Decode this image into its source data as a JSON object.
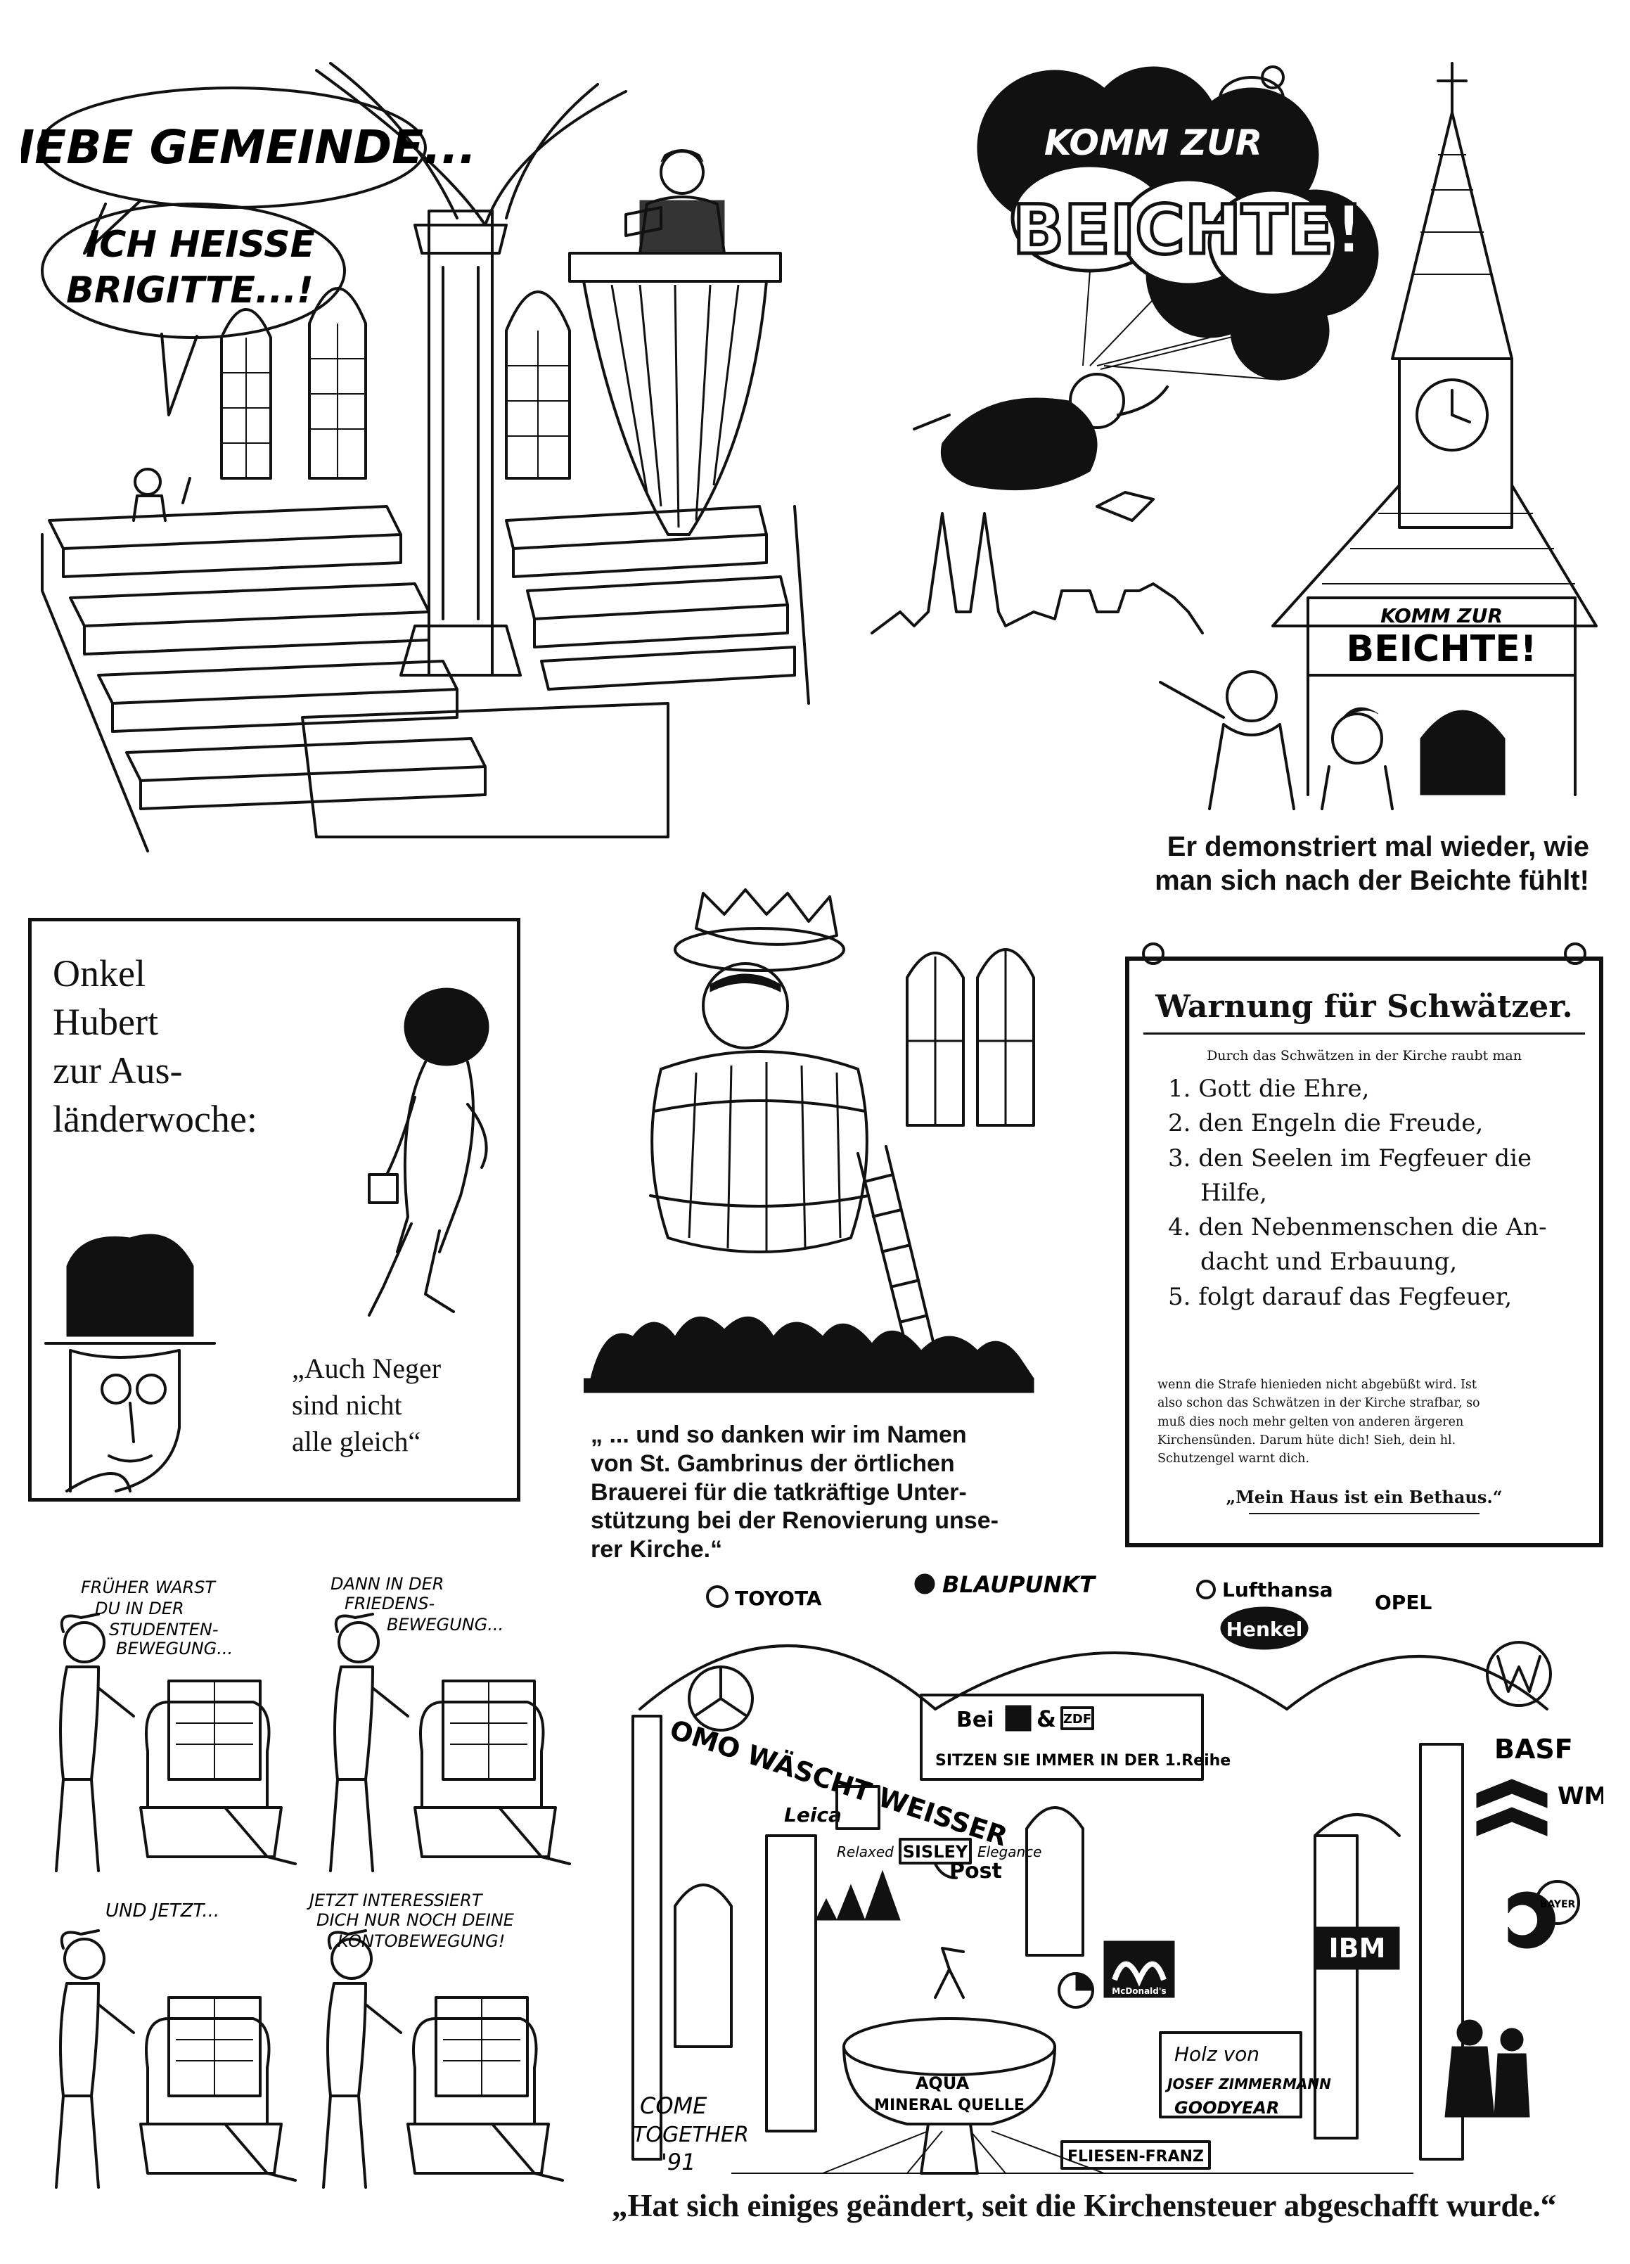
{
  "cartoon1": {
    "bubble1": "LIEBE GEMEINDE...",
    "bubble2_line1": "ICH HEISSE",
    "bubble2_line2": "BRIGITTE...!"
  },
  "cartoon2": {
    "balloon_small": "KOMM ZUR",
    "balloon_big": "BEICHTE!",
    "sign_small": "KOMM ZUR",
    "sign_big": "BEICHTE!",
    "caption_line1": "Er demonstriert mal wieder, wie",
    "caption_line2": "man sich nach der Beichte fühlt!"
  },
  "cartoon3": {
    "title_lines": [
      "Onkel",
      "Hubert",
      "zur Aus-",
      "länderwoche:"
    ],
    "quote_lines": [
      "„Auch Neger",
      "sind nicht",
      "alle gleich“"
    ]
  },
  "cartoon4": {
    "caption_lines": [
      "„ ... und so danken wir im Namen",
      "von St. Gambrinus der örtlichen",
      "Brauerei für die tatkräftige Unter-",
      "stützung bei der Renovierung unse-",
      "rer Kirche.“"
    ]
  },
  "cartoon5": {
    "title": "Warnung für Schwätzer.",
    "intro": "Durch das Schwätzen in der Kirche raubt man",
    "items": [
      "1. Gott die Ehre,",
      "2. den Engeln die Freude,",
      "3. den Seelen im Fegfeuer die",
      "Hilfe,",
      "4. den Nebenmenschen die An-",
      "dacht und Erbauung,",
      "5. folgt darauf das Fegfeuer,"
    ],
    "small_lines": [
      "wenn die Strafe hienieden nicht abgebüßt wird. Ist",
      "also schon das Schwätzen in der Kirche strafbar, so",
      "muß dies noch mehr gelten von anderen ärgeren",
      "Kirchensünden. Darum hüte dich! Sieh, dein hl.",
      "Schutzengel warnt dich."
    ],
    "footer": "„Mein Haus ist ein Bethaus.“"
  },
  "cartoon6": {
    "bubble1_lines": [
      "FRÜHER WARST",
      "DU IN DER",
      "STUDENTEN-",
      "BEWEGUNG..."
    ],
    "bubble2_lines": [
      "DANN IN DER",
      "FRIEDENS-",
      "BEWEGUNG..."
    ],
    "bubble3": "UND JETZT...",
    "bubble4_lines": [
      "JETZT INTERESSIERT",
      "DICH NUR NOCH DEINE",
      "KONTOBEWEGUNG!"
    ]
  },
  "cartoon7": {
    "brands": {
      "toyota": "TOYOTA",
      "blaupunkt": "BLAUPUNKT",
      "lufthansa": "Lufthansa",
      "opel": "OPEL",
      "henkel": "Henkel",
      "basf": "BASF",
      "wmf": "WMF",
      "bayer": "BAYER",
      "leica": "Leica",
      "relaxed": "Relaxed",
      "sisley": "SISLEY",
      "elegance": "Elegance",
      "post": "Post",
      "mcdonalds": "McDonald's",
      "ibm": "IBM",
      "goodyear": "GOODYEAR"
    },
    "tv_sign_line1_prefix": "Bei",
    "tv_sign_amp": "&",
    "tv_sign_zdf": "ZDF",
    "tv_sign_line2": "SITZEN SIE IMMER IN DER 1.Reihe",
    "wall_text": "OMO WÄSCHT WEISSER",
    "window_text_lines": [
      "COME",
      "TOGETHER",
      "'91"
    ],
    "font_lines": [
      "AQUA",
      "MINERAL QUELLE"
    ],
    "holz_lines": [
      "Holz von",
      "JOSEF ZIMMERMANN"
    ],
    "floor_sign": "FLIESEN-FRANZ",
    "caption": "„Hat sich einiges geändert, seit die Kirchensteuer abgeschafft wurde.“"
  }
}
